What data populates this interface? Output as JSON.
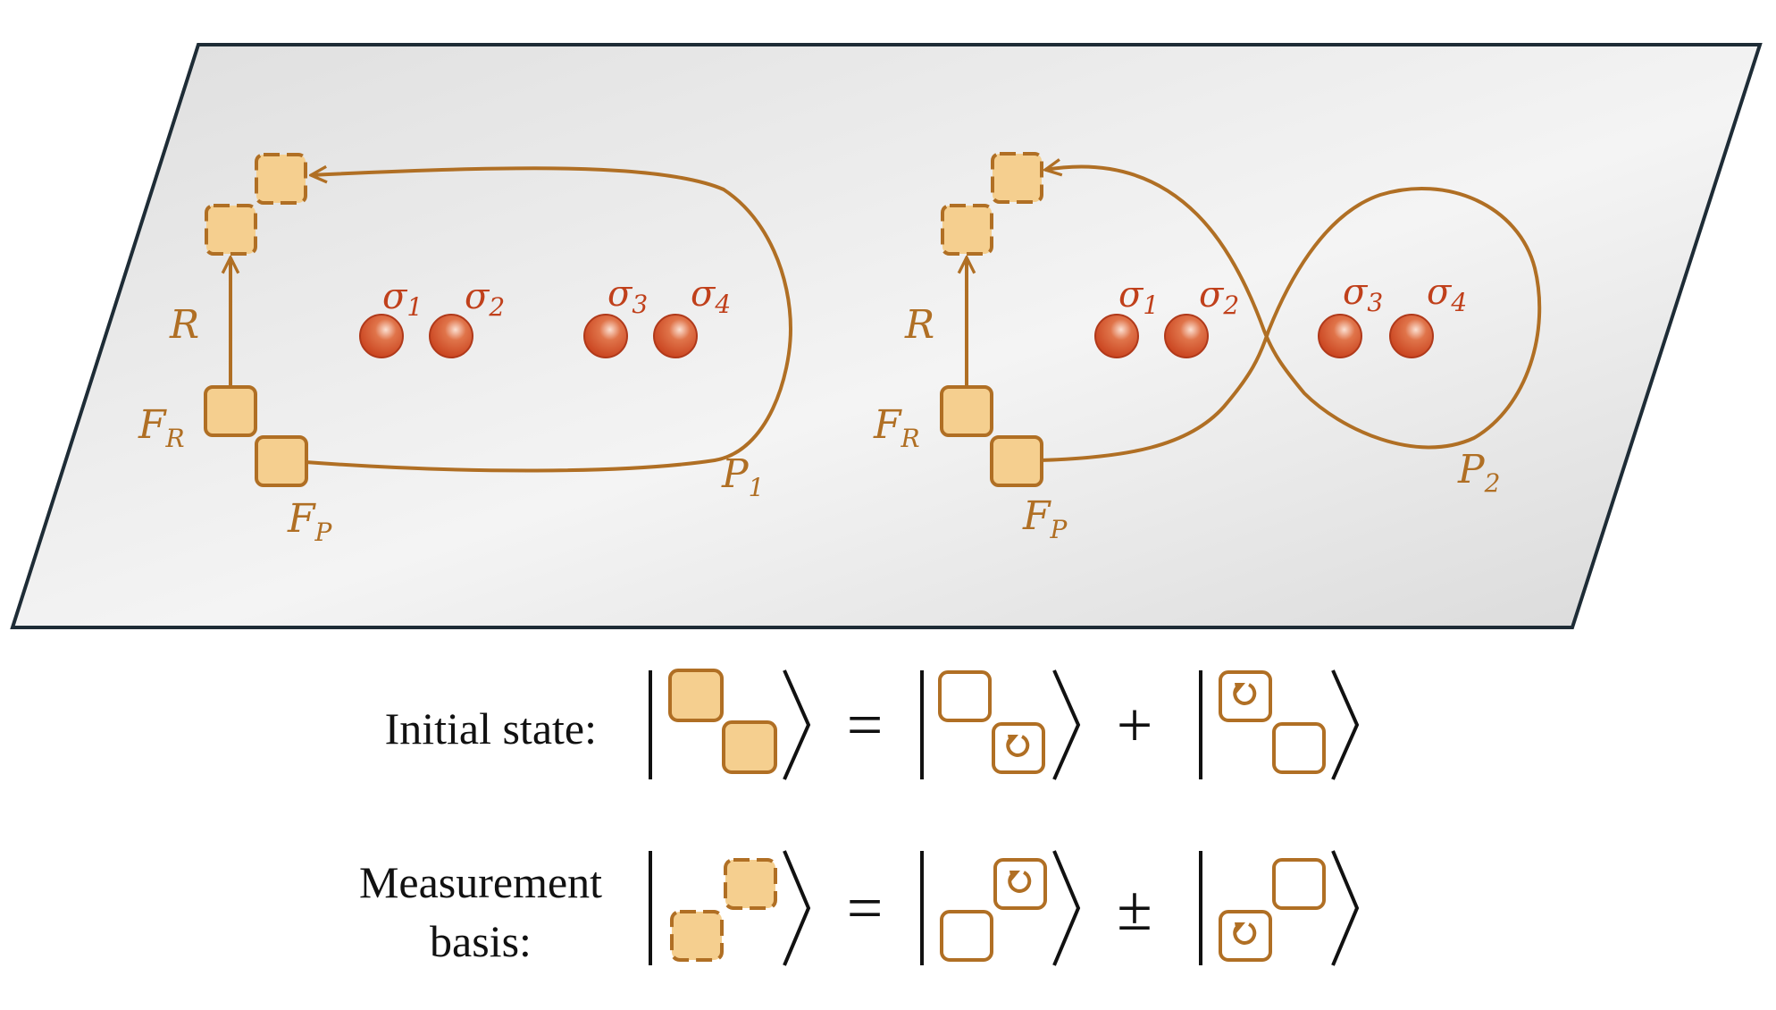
{
  "diagrams": [
    {
      "labels": {
        "R": "R",
        "F_R": "F",
        "F_R_sub": "R",
        "F_P": "F",
        "F_P_sub": "P",
        "path": "P",
        "path_sub": "1"
      },
      "sigmas": [
        {
          "base": "σ",
          "sub": "1"
        },
        {
          "base": "σ",
          "sub": "2"
        },
        {
          "base": "σ",
          "sub": "3"
        },
        {
          "base": "σ",
          "sub": "4"
        }
      ]
    },
    {
      "labels": {
        "R": "R",
        "F_R": "F",
        "F_R_sub": "R",
        "F_P": "F",
        "F_P_sub": "P",
        "path": "P",
        "path_sub": "2"
      },
      "sigmas": [
        {
          "base": "σ",
          "sub": "1"
        },
        {
          "base": "σ",
          "sub": "2"
        },
        {
          "base": "σ",
          "sub": "3"
        },
        {
          "base": "σ",
          "sub": "4"
        }
      ]
    }
  ],
  "equations": {
    "initial": {
      "label": "Initial state:",
      "equals": "=",
      "op": "+"
    },
    "measurement": {
      "label_line1": "Measurement",
      "label_line2": "basis:",
      "equals": "=",
      "op": "±"
    }
  },
  "colors": {
    "path": "#b06f24",
    "square_fill": "#f5cf8f",
    "square_stroke": "#b06f24",
    "anyon": "#c8401c",
    "plane_stroke": "#1e2c36",
    "text": "#111111"
  }
}
